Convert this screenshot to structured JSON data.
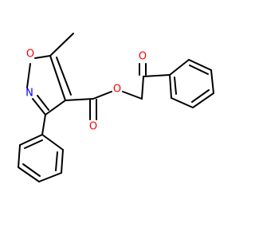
{
  "molecule": {
    "atoms": {
      "ring_oxygen": "O",
      "ring_nitrogen": "N",
      "ester_oxygen": "O",
      "carbonyl_oxygen_ester": "O",
      "carbonyl_oxygen_ketone": "O"
    },
    "colors": {
      "oxygen": "#ff0000",
      "nitrogen": "#0000ff",
      "bond": "#000000",
      "background": "#ffffff"
    }
  }
}
